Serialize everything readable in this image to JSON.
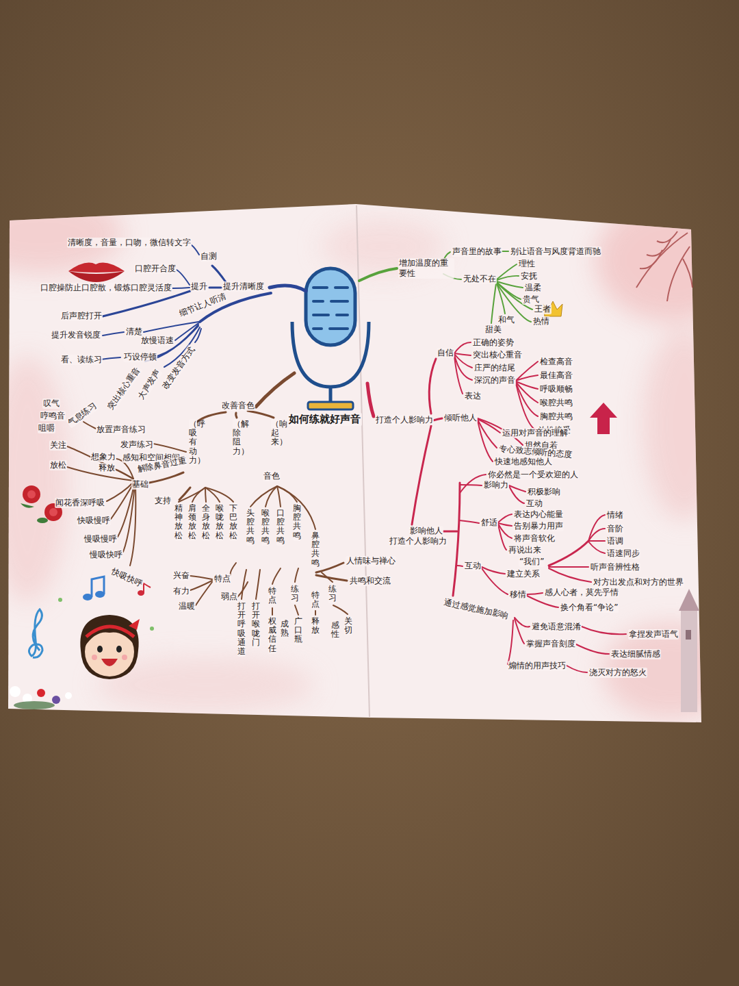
{
  "diagram": {
    "title": "如何练就好声音",
    "labels": [
      "清晰度，音量，口吻，微信转文字",
      "自测",
      "口腔开合度",
      "口腔操防止口腔散，锻炼口腔灵活度",
      "提升",
      "提升清晰度",
      "后声腔打开",
      "提升发音锐度",
      "清楚",
      "细节让人听清",
      "放慢语速",
      "看、读练习",
      "巧设停顿",
      "突出核心重音",
      "大声发声",
      "改变发音方式",
      "改善音色",
      "叹气",
      "哼鸣音",
      "咀嚼",
      "气息练习",
      "放置声音练习",
      "发声练习",
      "感知和空间相间",
      "解除鼻音过重",
      "关注",
      "想象力",
      "放松",
      "释放",
      "基础",
      "闻花香深呼吸",
      "快吸慢呼",
      "慢吸慢呼",
      "慢吸快呼",
      "快吸快呼",
      "支持",
      "（呼吸有动力）",
      "（解除阻力）",
      "（响起来）",
      "音色",
      "精神放松",
      "肩颈放松",
      "全身放松",
      "喉咙放松",
      "下巴放松",
      "头腔共鸣",
      "喉腔共鸣",
      "口腔共鸣",
      "胸腔共鸣",
      "鼻腔共鸣",
      "人情味与禅心",
      "共鸣和交流",
      "兴奋",
      "有力",
      "温暖",
      "特点",
      "弱点",
      "打开呼吸通道",
      "打开喉咙门",
      "特点",
      "权威信任",
      "成熟",
      "练习",
      "广口瓶",
      "特点",
      "释放",
      "练习",
      "感性",
      "关切",
      "增加温度的重要性",
      "声音里的故事",
      "别让语音与风度背道而驰",
      "无处不在",
      "理性",
      "安抚",
      "温柔",
      "贵气",
      "王者",
      "热情",
      "和气",
      "甜美",
      "自信",
      "正确的姿势",
      "突出核心重音",
      "庄严的结尾",
      "深沉的声音",
      "检查高音",
      "最佳高音",
      "呼吸顺畅",
      "喉腔共鸣",
      "胸腔共鸣",
      "放松接受",
      "表达",
      "坦然自若",
      "打造个人影响力",
      "倾听他人",
      "运用对声音的理解",
      "专心致志倾听的态度",
      "快速地感知他人",
      "你必然是一个受欢迎的人",
      "影响力",
      "积极影响",
      "互动",
      "表达内心能量",
      "告别暴力用声",
      "将声音软化",
      "再说出来",
      "“我们”",
      "舒适",
      "情绪",
      "音阶",
      "语调",
      "语速同步",
      "听声音辨性格",
      "对方出发点和对方的世界",
      "互动",
      "建立关系",
      "移情",
      "感人心者，莫先乎情",
      "换个角看“争论”",
      "影响他人",
      "打造个人影响力",
      "通过感觉施加影响",
      "避免语意混淆",
      "拿捏发声语气",
      "掌握声音刻度",
      "表达细腻情感",
      "煽情的用声技巧",
      "浇灭对方的怒火"
    ]
  }
}
